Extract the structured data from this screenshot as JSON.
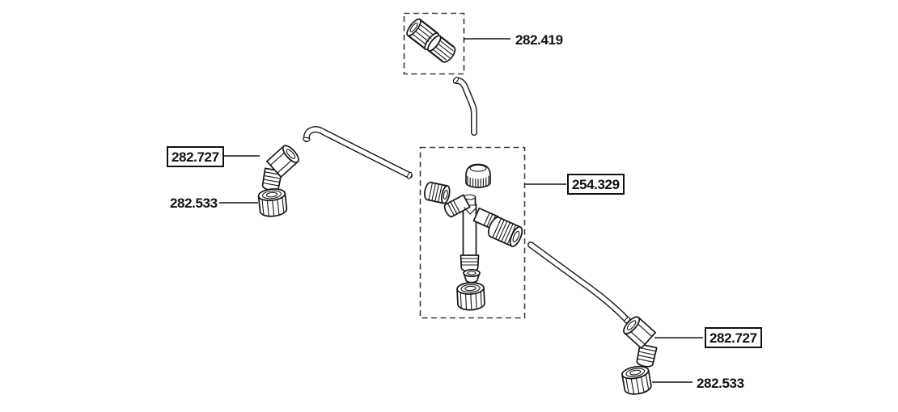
{
  "diagram": {
    "type": "exploded-parts-diagram",
    "background_color": "#ffffff",
    "line_color": "#161616",
    "parts": [
      {
        "id": "union-fitting",
        "label": "282.419",
        "boxed_label": false
      },
      {
        "id": "cross-valve-assembly",
        "label": "254.329",
        "boxed_label": true
      },
      {
        "id": "elbow-fitting-left",
        "label": "282.727",
        "boxed_label": true
      },
      {
        "id": "collet-nut-left",
        "label": "282.533",
        "boxed_label": false
      },
      {
        "id": "elbow-fitting-right",
        "label": "282.727",
        "boxed_label": true
      },
      {
        "id": "collet-nut-right",
        "label": "282.533",
        "boxed_label": false
      }
    ]
  }
}
